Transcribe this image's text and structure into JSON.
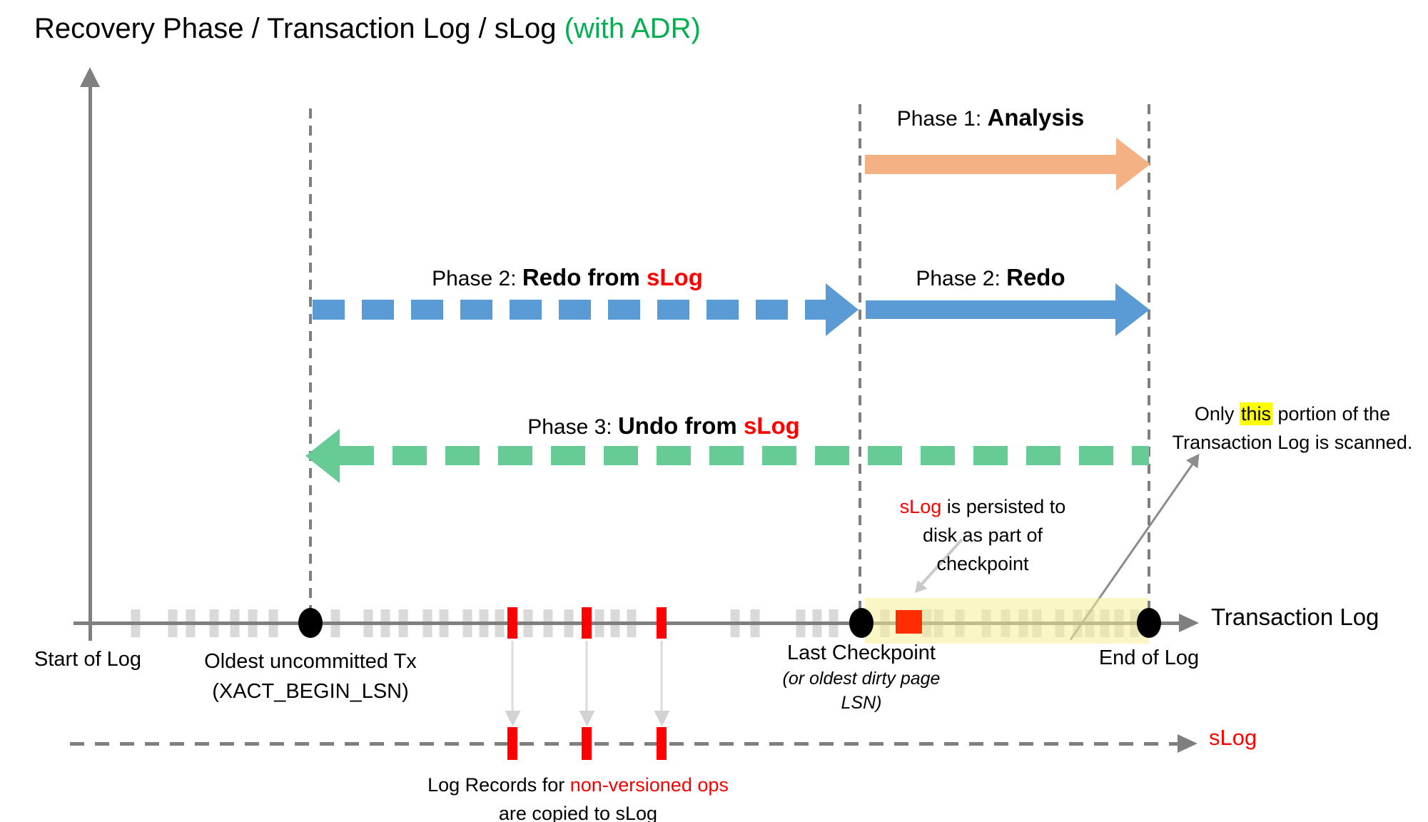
{
  "title": {
    "main": "Recovery Phase / Transaction Log / sLog ",
    "accent": "(with ADR)"
  },
  "colors": {
    "accent_green": "#00B050",
    "phase1_orange": "#F4B183",
    "phase2_blue": "#5B9BD5",
    "phase3_green": "#66CB95",
    "red": "#FF0000",
    "checkpoint_square_red": "#FF2D00",
    "axis_gray": "#7F7F7F",
    "tick_gray": "#D9D9D9",
    "scan_band_yellow": "#F6EE98",
    "highlight_yellow": "#FFFF00"
  },
  "phases": {
    "p1": {
      "prefix": "Phase 1: ",
      "name": "Analysis"
    },
    "p2_slog": {
      "prefix": "Phase 2: ",
      "name": "Redo from ",
      "accent": "sLog"
    },
    "p2": {
      "prefix": "Phase 2: ",
      "name": "Redo"
    },
    "p3": {
      "prefix": "Phase 3: ",
      "name": "Undo from ",
      "accent": "sLog"
    }
  },
  "annotations": {
    "scan_note": {
      "line1_pre": "Only ",
      "line1_mark": "this",
      "line1_post": " portion of the",
      "line2": "Transaction Log is scanned."
    },
    "persist_note": {
      "line1_accent": "sLog",
      "line1_rest": " is persisted to",
      "line2": "disk as part of",
      "line3": "checkpoint"
    },
    "copy_note": {
      "line1_pre": "Log Records for ",
      "line1_accent": "non-versioned ops",
      "line2": "are copied to sLog"
    }
  },
  "timeline": {
    "label": "Transaction Log",
    "start_label": "Start of Log",
    "markers": {
      "oldest": {
        "line1": "Oldest uncommitted Tx",
        "line2": "(XACT_BEGIN_LSN)"
      },
      "checkpoint": {
        "line1": "Last Checkpoint",
        "line2": "(or oldest dirty page",
        "line3": "LSN)"
      },
      "end": {
        "line1": "End of Log"
      }
    },
    "dots_x": [
      435,
      1207,
      1610
    ],
    "gray_ticks": [
      190,
      242,
      267,
      300,
      329,
      354,
      383,
      470,
      516,
      540,
      565,
      599,
      622,
      655,
      678,
      700,
      740,
      768,
      797,
      840,
      862,
      885,
      1030,
      1058,
      1122,
      1145,
      1168,
      1240,
      1299,
      1315,
      1345,
      1382,
      1409,
      1434,
      1453,
      1485,
      1510,
      1527,
      1548,
      1568,
      1590
    ],
    "red_ticks": [
      718,
      822,
      927
    ]
  },
  "slog": {
    "label": "sLog",
    "red_ticks": [
      718,
      822,
      927
    ]
  }
}
